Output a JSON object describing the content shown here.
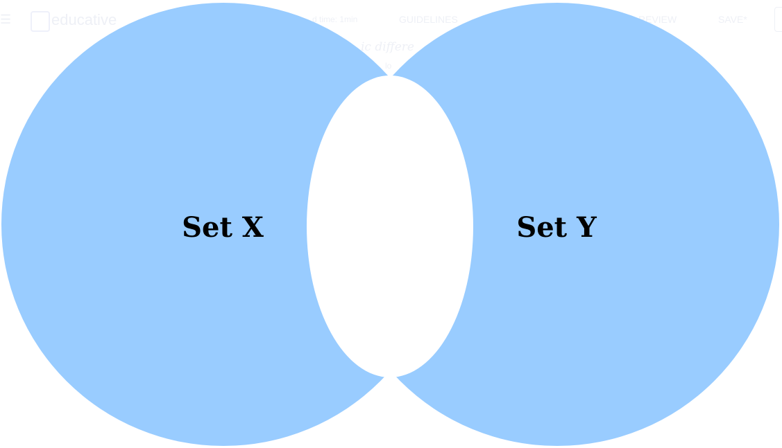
{
  "background_ui": {
    "brand": "educative",
    "read_time": "d time: 1min",
    "guidelines": "GUIDELINES",
    "review": "REVIEW",
    "save": "SAVE*",
    "heading_fragment": "ic differe",
    "sub_fragment": "lo"
  },
  "diagram": {
    "set_x_label": "Set X",
    "set_y_label": "Set Y",
    "fill_color": "#99ccff",
    "intersection_color": "#ffffff"
  }
}
